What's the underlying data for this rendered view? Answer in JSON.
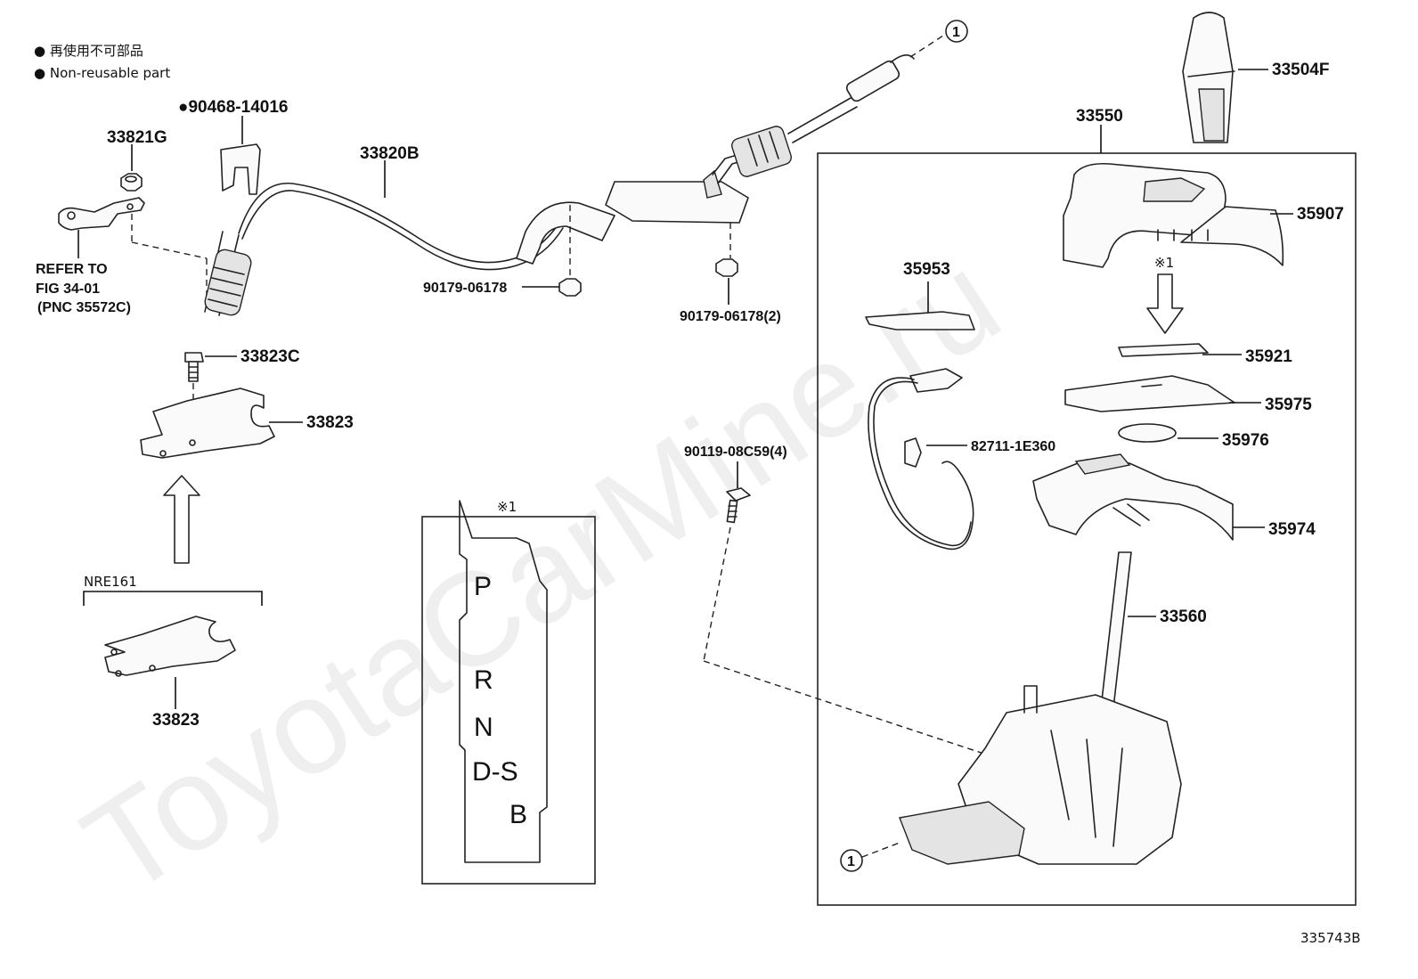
{
  "legend": {
    "line1": "● 再使用不可部品",
    "line2": "● Non-reusable part"
  },
  "labels": {
    "p33821G": "33821G",
    "p90468": "●90468-14016",
    "p33820B": "33820B",
    "refer1": "REFER TO",
    "refer2": "FIG 34-01",
    "refer3": "(PNC 35572C)",
    "p33823C": "33823C",
    "p33823a": "33823",
    "nre161": "NRE161",
    "p33823b": "33823",
    "p90179a": "90179-06178",
    "p90179b": "90179-06178(2)",
    "p90119": "90119-08C59(4)",
    "circle1a": "1",
    "circle1b": "1",
    "p33504F": "33504F",
    "p33550": "33550",
    "p35907": "35907",
    "note1a": "※1",
    "p35953": "35953",
    "p35921": "35921",
    "p35975": "35975",
    "p82711": "82711-1E360",
    "p35976": "35976",
    "p35974": "35974",
    "p33560": "33560",
    "note1b": "※1",
    "figure_id": "335743B"
  },
  "gate": {
    "p": "P",
    "r": "R",
    "n": "N",
    "ds": "D-S",
    "b": "B"
  },
  "watermark": "ToyotaCarMine.ru"
}
